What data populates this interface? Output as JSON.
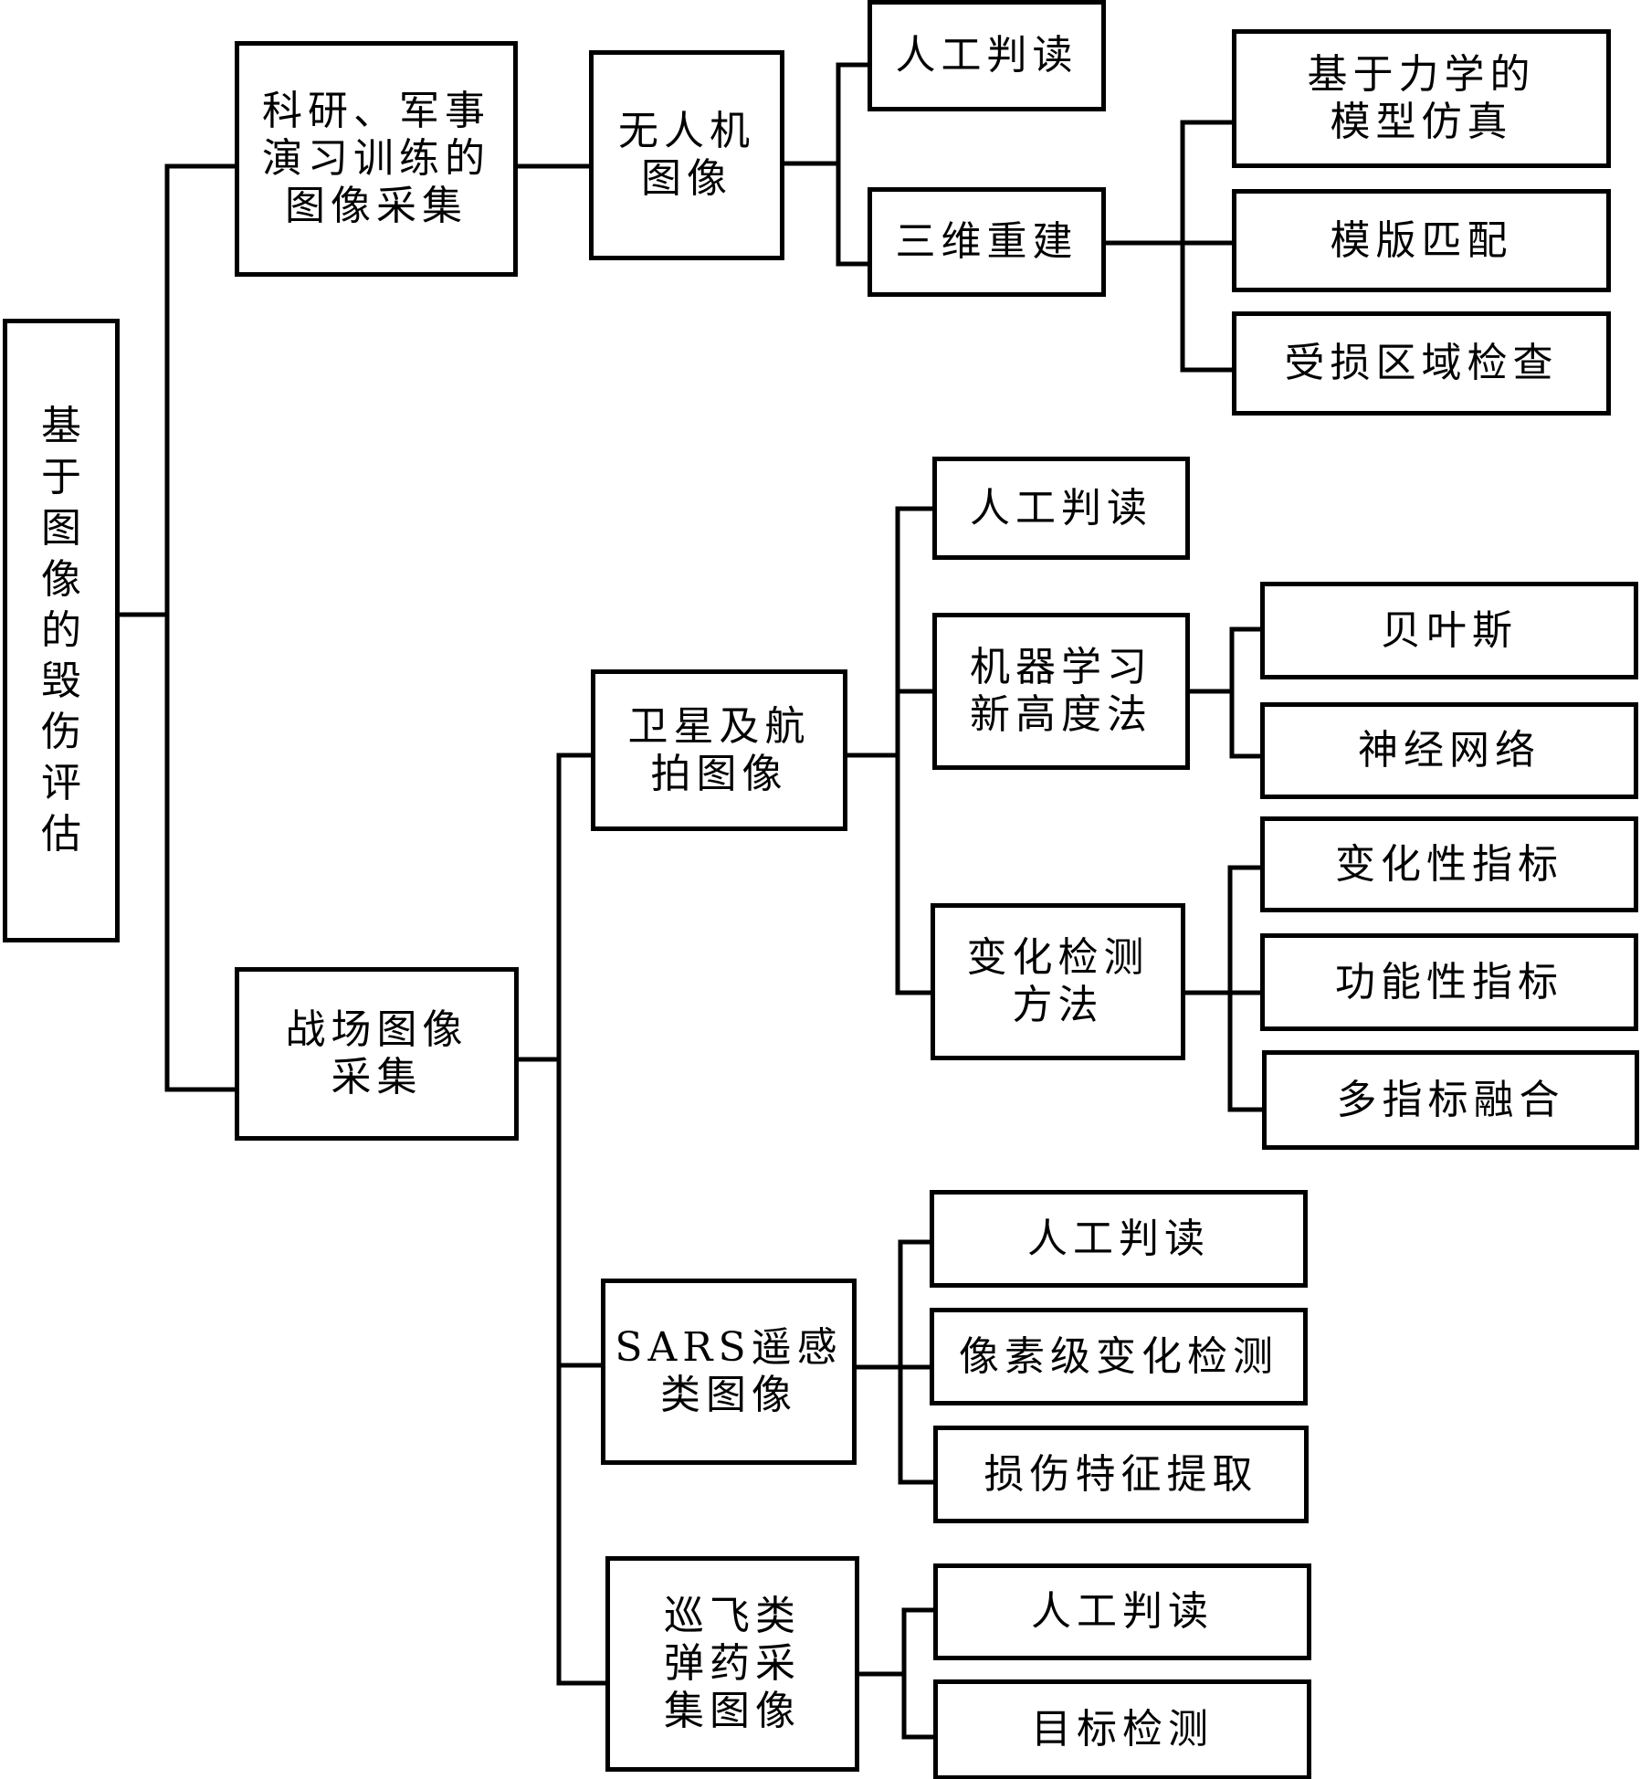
{
  "diagram": {
    "type": "tree",
    "line_color": "#000000",
    "box_border_color": "#000000",
    "background": "#ffffff",
    "root": {
      "id": "root",
      "label": "基于图像的毁伤评估",
      "children": [
        {
          "id": "research",
          "label": "科研、军事\n演习训练的\n图像采集",
          "children": [
            {
              "id": "uav",
              "label": "无人机\n图像",
              "children": [
                {
                  "id": "uav-manual",
                  "label": "人工判读"
                },
                {
                  "id": "uav-3d",
                  "label": "三维重建",
                  "children": [
                    {
                      "id": "mech-sim",
                      "label": "基于力学的\n模型仿真"
                    },
                    {
                      "id": "template",
                      "label": "模版匹配"
                    },
                    {
                      "id": "damaged-area",
                      "label": "受损区域检查"
                    }
                  ]
                }
              ]
            }
          ]
        },
        {
          "id": "battlefield",
          "label": "战场图像\n采集",
          "children": [
            {
              "id": "sat",
              "label": "卫星及航\n拍图像",
              "children": [
                {
                  "id": "sat-manual",
                  "label": "人工判读"
                },
                {
                  "id": "ml",
                  "label": "机器学习\n新高度法",
                  "children": [
                    {
                      "id": "bayes",
                      "label": "贝叶斯"
                    },
                    {
                      "id": "nn",
                      "label": "神经网络"
                    }
                  ]
                },
                {
                  "id": "change",
                  "label": "变化检测\n方法",
                  "children": [
                    {
                      "id": "change-idx",
                      "label": "变化性指标"
                    },
                    {
                      "id": "func-idx",
                      "label": "功能性指标"
                    },
                    {
                      "id": "multi-idx",
                      "label": "多指标融合"
                    }
                  ]
                }
              ]
            },
            {
              "id": "sars",
              "label": "SARS遥感\n类图像",
              "children": [
                {
                  "id": "sars-manual",
                  "label": "人工判读"
                },
                {
                  "id": "pixel-change",
                  "label": "像素级变化检测"
                },
                {
                  "id": "damage-feature",
                  "label": "损伤特征提取"
                }
              ]
            },
            {
              "id": "loiter",
              "label": "巡飞类\n弹药采\n集图像",
              "children": [
                {
                  "id": "loiter-manual",
                  "label": "人工判读"
                },
                {
                  "id": "target-detect",
                  "label": "目标检测"
                }
              ]
            }
          ]
        }
      ]
    }
  }
}
